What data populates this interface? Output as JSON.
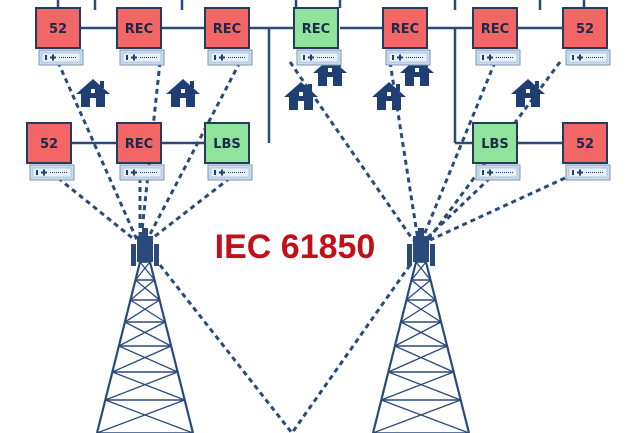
{
  "title": "IEC 61850",
  "colors": {
    "line": "#2a4a7c",
    "house": "#1f3f73",
    "switch_red": "#f26666",
    "switch_green": "#8fe39a",
    "device": "#c9dcef",
    "title": "#c0111a"
  },
  "icons": [
    "house-icon",
    "antenna-tower-icon",
    "controller-device-icon"
  ],
  "switches": [
    {
      "label": "52",
      "state": "red"
    },
    {
      "label": "REC",
      "state": "red"
    },
    {
      "label": "REC",
      "state": "red"
    },
    {
      "label": "REC",
      "state": "green"
    },
    {
      "label": "REC",
      "state": "red"
    },
    {
      "label": "REC",
      "state": "red"
    },
    {
      "label": "52",
      "state": "red"
    },
    {
      "label": "52",
      "state": "red"
    },
    {
      "label": "REC",
      "state": "red"
    },
    {
      "label": "LBS",
      "state": "green"
    },
    {
      "label": "LBS",
      "state": "green"
    },
    {
      "label": "52",
      "state": "red"
    }
  ]
}
